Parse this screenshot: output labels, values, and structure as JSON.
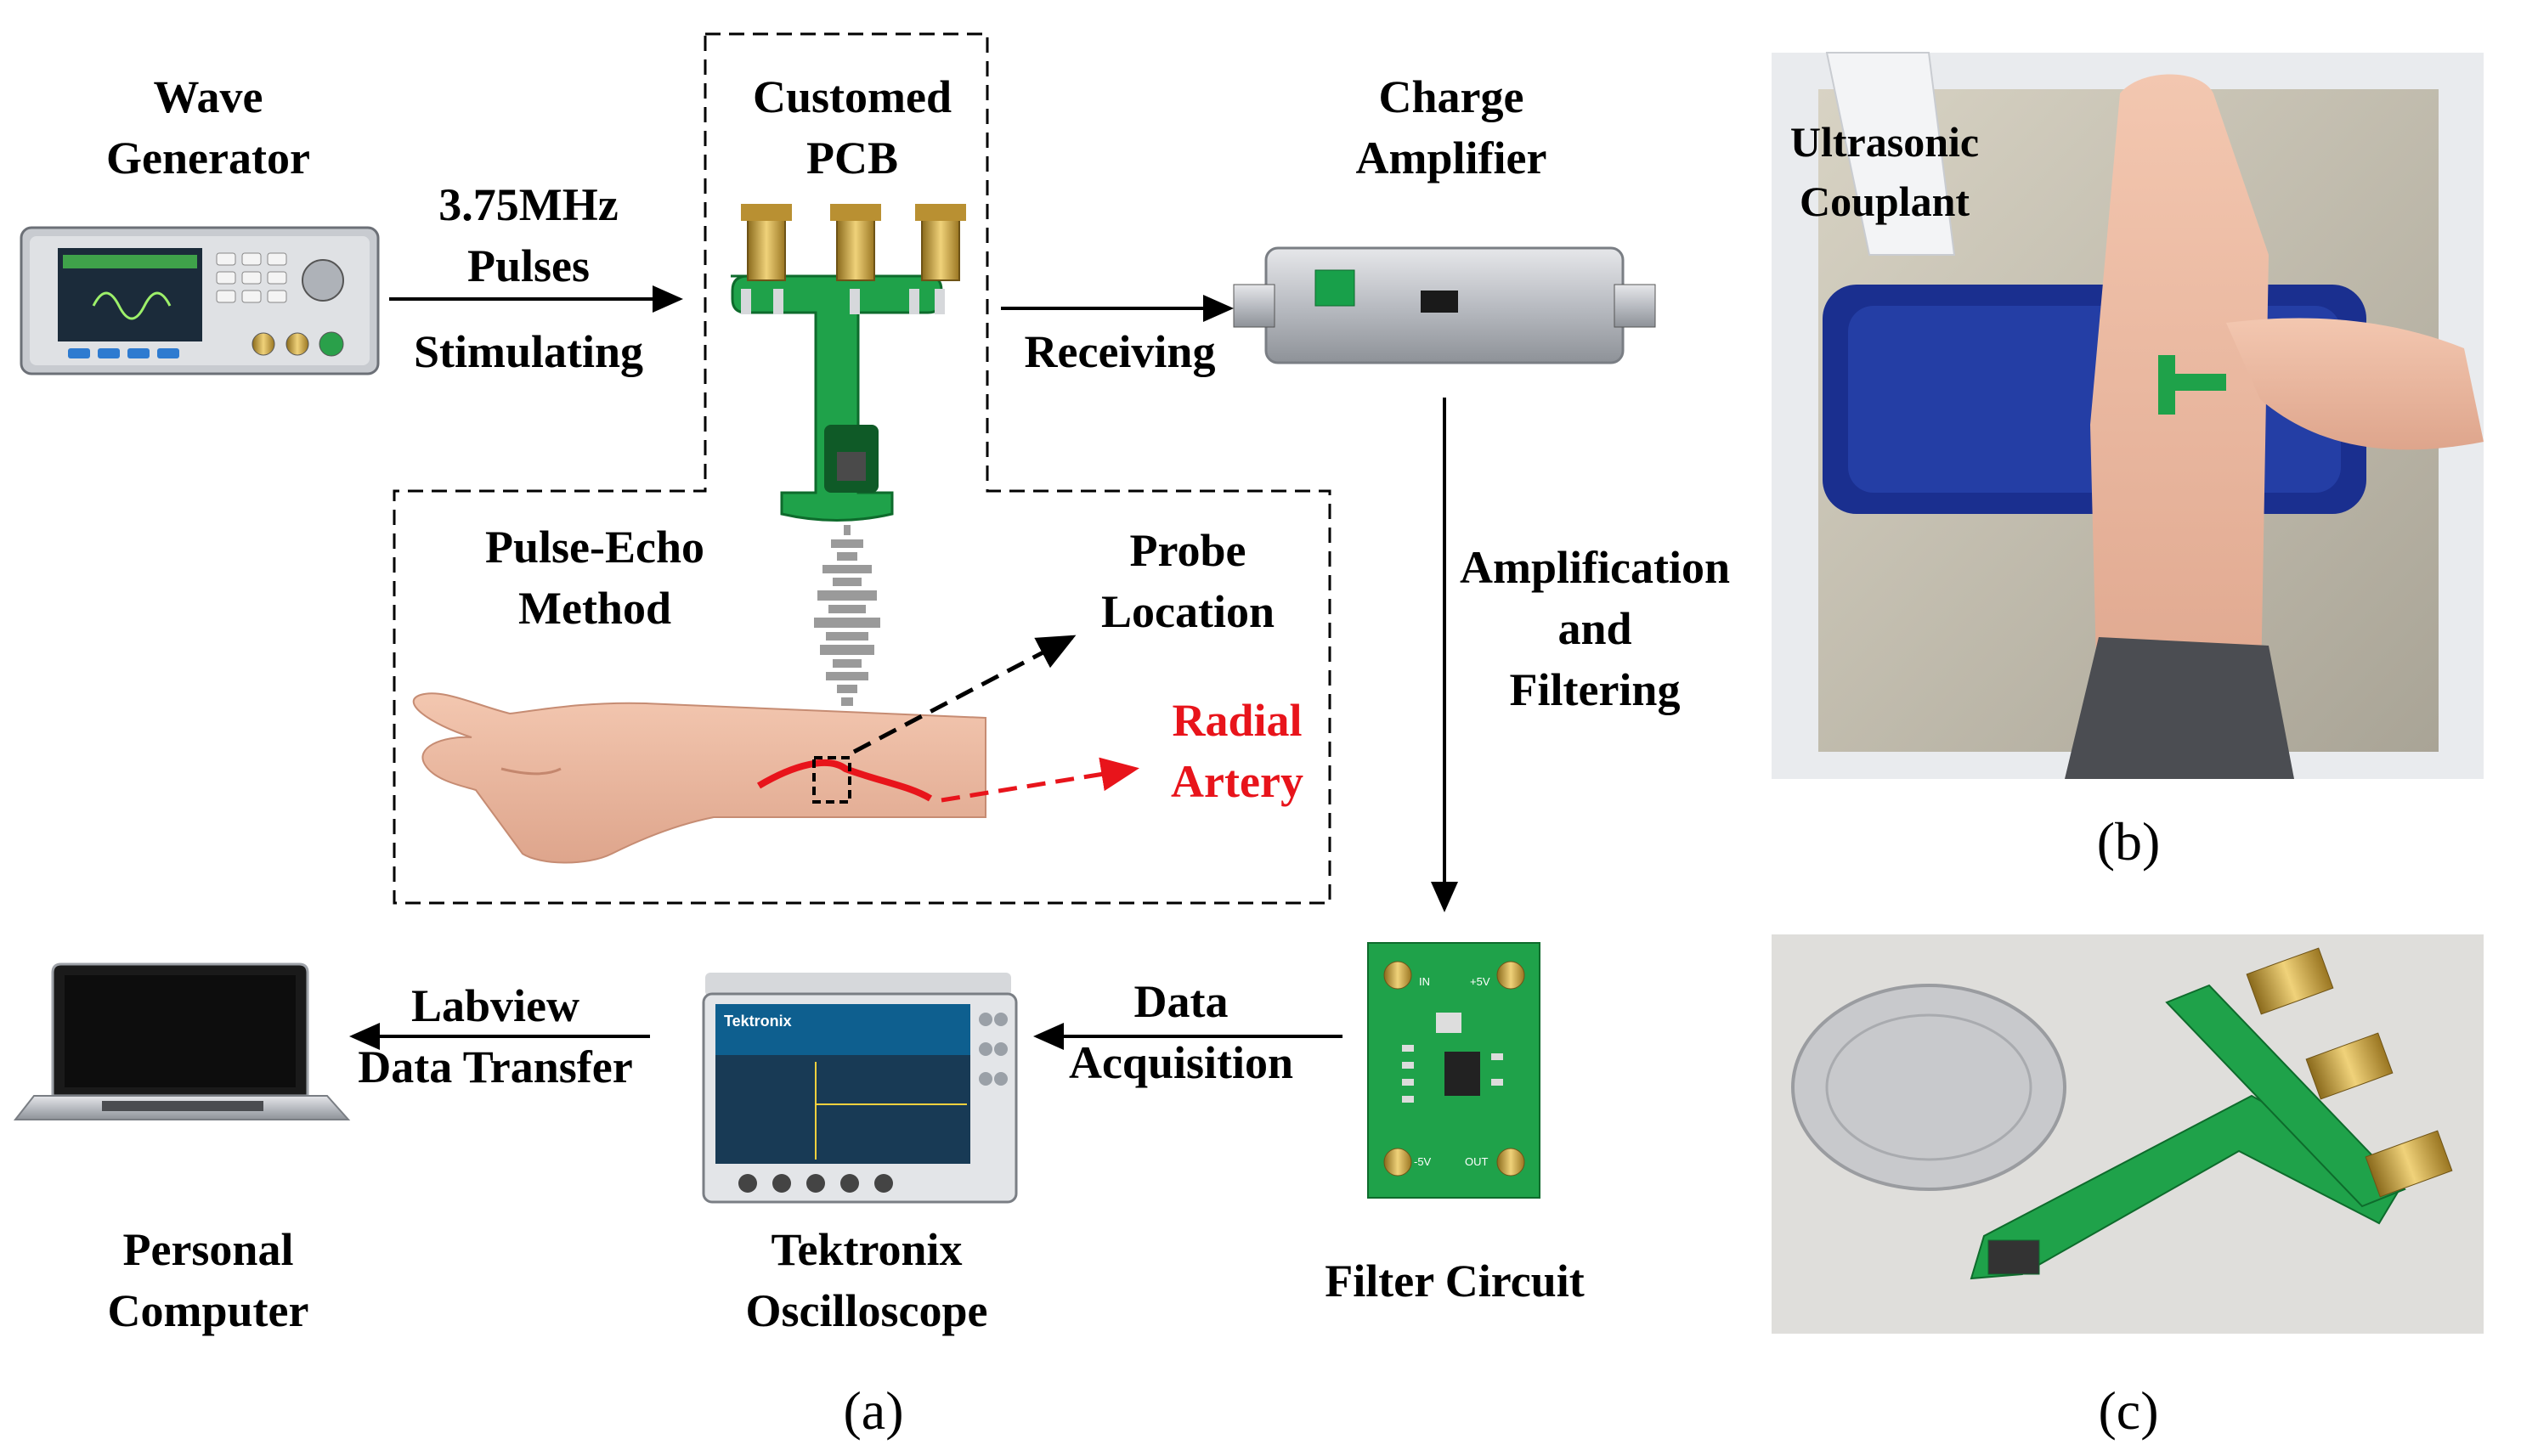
{
  "labels": {
    "wave_generator": [
      "Wave",
      "Generator"
    ],
    "customed_pcb": [
      "Customed",
      "PCB"
    ],
    "charge_amplifier": [
      "Charge",
      "Amplifier"
    ],
    "pulses": [
      "3.75MHz",
      "Pulses"
    ],
    "stimulating": "Stimulating",
    "receiving": "Receiving",
    "pulse_echo": [
      "Pulse-Echo",
      "Method"
    ],
    "probe_location": [
      "Probe",
      "Location"
    ],
    "radial_artery": [
      "Radial",
      "Artery"
    ],
    "amplification": [
      "Amplification",
      "and",
      "Filtering"
    ],
    "filter_circuit": "Filter Circuit",
    "data_acquisition": [
      "Data",
      "Acquisition"
    ],
    "tektronix_osc": [
      "Tektronix",
      "Oscilloscope"
    ],
    "labview": [
      "Labview",
      "Data Transfer"
    ],
    "personal_computer": [
      "Personal",
      "Computer"
    ],
    "ultrasonic_couplant": [
      "Ultrasonic",
      "Couplant"
    ]
  },
  "device_text": {
    "oscilloscope_brand": "Tektronix",
    "pcb_left": "IN",
    "pcb_right": "+5V",
    "pcb_bottom_left": "-5V",
    "pcb_bottom_right": "OUT"
  },
  "panels": [
    "(a)",
    "(b)",
    "(c)"
  ],
  "colors": {
    "pcb_green": "#1fa24a",
    "radial_artery": "#e8141b",
    "pillow_blue": "#1a2f8f",
    "gold": "#c9a23a"
  }
}
